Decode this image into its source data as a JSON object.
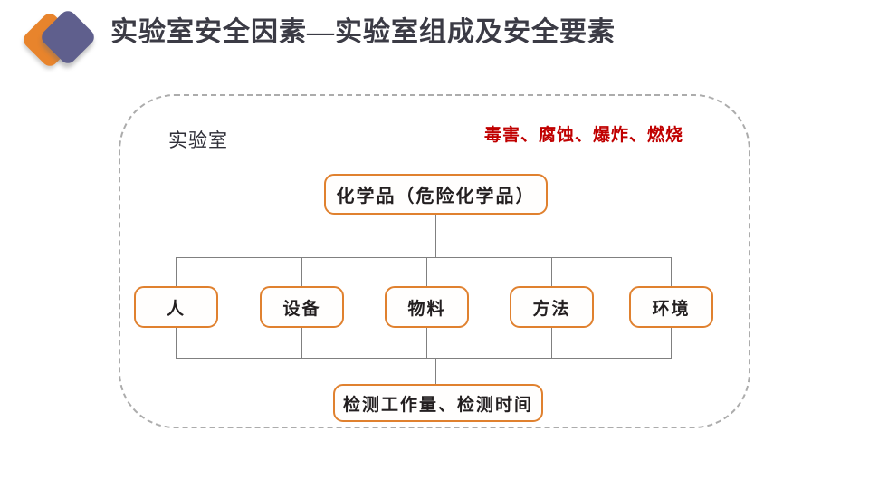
{
  "header": {
    "title": "实验室安全因素—实验室组成及安全要素",
    "logo": {
      "back_color": "#E8842C",
      "front_color": "#5F5F8D"
    }
  },
  "diagram": {
    "container_label": "实验室",
    "hazard_note": "毒害、腐蚀、爆炸、燃烧",
    "hazard_note_color": "#C00000",
    "node_border_color": "#E0812F",
    "connector_color": "#808080",
    "container_border_color": "#ACACAC",
    "top_node": "化学品（危险化学品）",
    "factors": [
      {
        "label": "人"
      },
      {
        "label": "设备"
      },
      {
        "label": "物料"
      },
      {
        "label": "方法"
      },
      {
        "label": "环境"
      }
    ],
    "bottom_node": "检测工作量、检测时间"
  }
}
